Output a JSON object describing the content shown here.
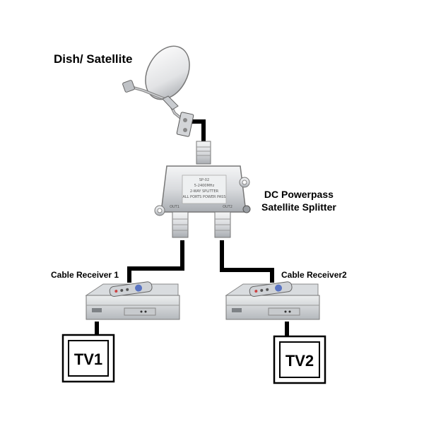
{
  "labels": {
    "dish": "Dish/ Satellite",
    "splitter_line1": "DC Powerpass",
    "splitter_line2": "Satellite Splitter",
    "receiver1": "Cable Receiver 1",
    "receiver2": "Cable Receiver2",
    "tv1": "TV1",
    "tv2": "TV2"
  },
  "splitter_device": {
    "model": "SP-02",
    "freq": "5-2400MHz",
    "type": "2-WAY SPLITTER",
    "power": "ALL PORTS POWER PASS",
    "out1": "OUT1",
    "out2": "OUT2"
  },
  "colors": {
    "cable": "#000000",
    "metal": "#d6d8db",
    "metal_dark": "#9a9ea3"
  }
}
